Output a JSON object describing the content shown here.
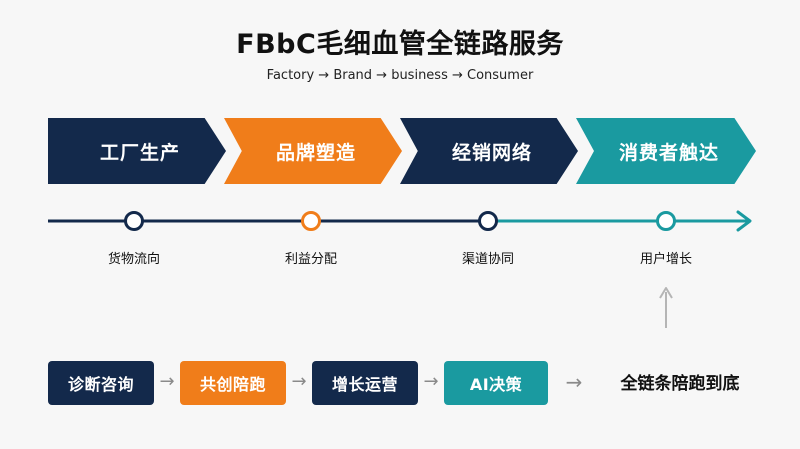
{
  "title": "FBbC毛细血管全链路服务",
  "subtitle": "Factory → Brand → business → Consumer",
  "colors": {
    "navy": "#13294b",
    "orange": "#f07d1a",
    "teal": "#1a9aa0",
    "gray_arrow": "#8a8a8a"
  },
  "stages": [
    {
      "label": "工厂生产",
      "color": "#13294b"
    },
    {
      "label": "品牌塑造",
      "color": "#f07d1a"
    },
    {
      "label": "经销网络",
      "color": "#13294b"
    },
    {
      "label": "消费者触达",
      "color": "#1a9aa0"
    }
  ],
  "timeline_labels": [
    "货物流向",
    "利益分配",
    "渠道协同",
    "用户增长"
  ],
  "services": [
    {
      "label": "诊断咨询",
      "color": "#13294b"
    },
    {
      "label": "共创陪跑",
      "color": "#f07d1a"
    },
    {
      "label": "增长运营",
      "color": "#13294b"
    },
    {
      "label": "AI决策",
      "color": "#1a9aa0"
    }
  ],
  "arrow_glyph": "→",
  "final_text": "全链条陪跑到底"
}
